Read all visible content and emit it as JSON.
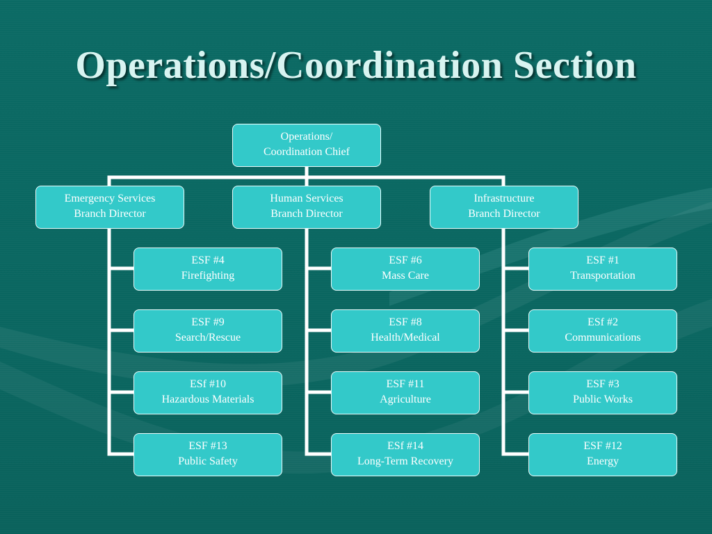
{
  "title": "Operations/Coordination Section",
  "chief": {
    "line1": "Operations/",
    "line2": "Coordination Chief"
  },
  "branches": [
    {
      "line1": "Emergency Services",
      "line2": "Branch Director",
      "esfs": [
        {
          "line1": "ESF #4",
          "line2": "Firefighting"
        },
        {
          "line1": "ESF #9",
          "line2": "Search/Rescue"
        },
        {
          "line1": "ESf #10",
          "line2": "Hazardous Materials"
        },
        {
          "line1": "ESF #13",
          "line2": "Public Safety"
        }
      ]
    },
    {
      "line1": "Human Services",
      "line2": "Branch Director",
      "esfs": [
        {
          "line1": "ESF #6",
          "line2": "Mass Care"
        },
        {
          "line1": "ESF #8",
          "line2": "Health/Medical"
        },
        {
          "line1": "ESF #11",
          "line2": "Agriculture"
        },
        {
          "line1": "ESf #14",
          "line2": "Long-Term Recovery"
        }
      ]
    },
    {
      "line1": "Infrastructure",
      "line2": "Branch Director",
      "esfs": [
        {
          "line1": "ESF #1",
          "line2": "Transportation"
        },
        {
          "line1": "ESf #2",
          "line2": "Communications"
        },
        {
          "line1": "ESF #3",
          "line2": "Public Works"
        },
        {
          "line1": "ESF #12",
          "line2": "Energy"
        }
      ]
    }
  ],
  "colors": {
    "background": "#0a6660",
    "box_fill": "#33c9c9",
    "box_border": "#e9fbfb",
    "connector": "#ffffff",
    "title": "#d8f4f1"
  }
}
